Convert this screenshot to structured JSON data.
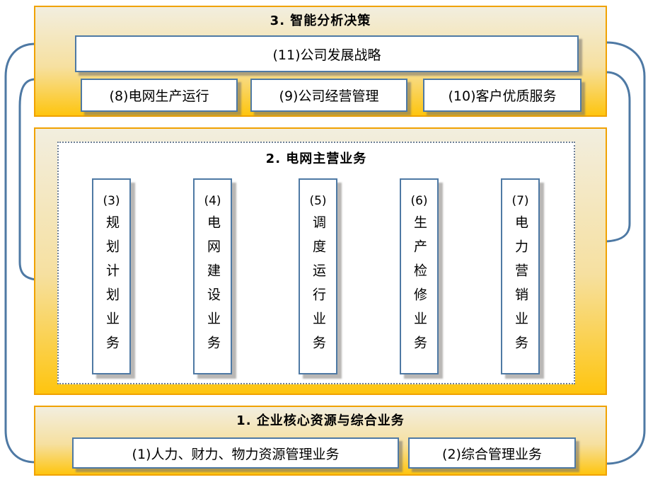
{
  "layer3": {
    "title": "3. 智能分析决策",
    "strategy_box": "(11)公司发展战略",
    "boxes": [
      "(8)电网生产运行",
      "(9)公司经营管理",
      "(10)客户优质服务"
    ]
  },
  "layer2": {
    "title": "2. 电网主营业务",
    "vertical_boxes": [
      {
        "num": "(3)",
        "text": "规划计划业务"
      },
      {
        "num": "(4)",
        "text": "电网建设业务"
      },
      {
        "num": "(5)",
        "text": "调度运行业务"
      },
      {
        "num": "(6)",
        "text": "生产检修业务"
      },
      {
        "num": "(7)",
        "text": "电力营销业务"
      }
    ]
  },
  "layer1": {
    "title": "1. 企业核心资源与综合业务",
    "boxes": [
      "(1)人力、财力、物力资源管理业务",
      "(2)综合管理业务"
    ]
  },
  "colors": {
    "section_border": "#F0A202",
    "section_gradient_top": "#F2EEDF",
    "section_gradient_bottom": "#FEC50F",
    "box_border": "#4E79A4",
    "box_fill": "#FFFFFF",
    "connector_line": "#4E79A4",
    "dotted_border": "#6E7F95",
    "text": "#000000"
  }
}
